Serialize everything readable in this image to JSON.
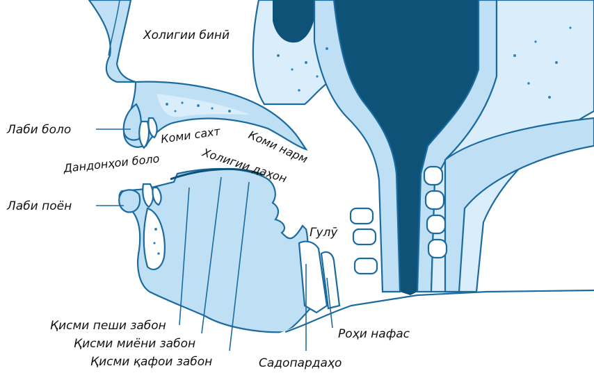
{
  "labels": {
    "nasal_cavity": "Холигии бинӣ",
    "upper_lip": "Лаби боло",
    "hard_palate": "Коми сахт",
    "soft_palate": "Коми нарм",
    "upper_teeth": "Дандонҳои боло",
    "oral_cavity": "Холигии даҳон",
    "lower_lip": "Лаби поён",
    "pharynx": "Гулӯ",
    "tongue_front": "Қисми пеши забон",
    "tongue_middle": "Қисми миёни забон",
    "tongue_back": "Қисми қафои забон",
    "trachea": "Роҳи нафас",
    "vocal_cords": "Садопардаҳо"
  },
  "colors": {
    "tissue": "#bfe0f4",
    "tissue_light": "#d9eefa",
    "cavity_dark": "#0e5277",
    "outline": "#1b6aa0",
    "dots": "#2f86c0",
    "text": "#111111"
  }
}
